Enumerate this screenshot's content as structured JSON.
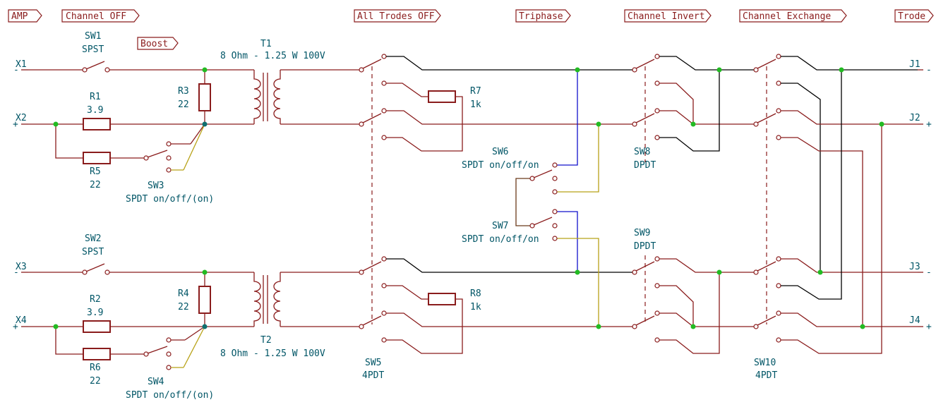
{
  "flags": {
    "amp": "AMP",
    "channel_off": "Channel OFF",
    "boost": "Boost",
    "all_trodes_off": "All Trodes OFF",
    "triphase": "Triphase",
    "channel_invert": "Channel Invert",
    "channel_exchange": "Channel Exchange",
    "trode": "Trode"
  },
  "connectors_in": {
    "x1": "X1",
    "x2": "X2",
    "x3": "X3",
    "x4": "X4",
    "minus": "-",
    "plus": "+"
  },
  "connectors_out": {
    "j1": "J1",
    "j2": "J2",
    "j3": "J3",
    "j4": "J4",
    "minus": "-",
    "plus": "+"
  },
  "components": {
    "sw1": {
      "ref": "SW1",
      "value": "SPST"
    },
    "sw2": {
      "ref": "SW2",
      "value": "SPST"
    },
    "sw3": {
      "ref": "SW3",
      "value": "SPDT on/off/(on)"
    },
    "sw4": {
      "ref": "SW4",
      "value": "SPDT on/off/(on)"
    },
    "sw5": {
      "ref": "SW5",
      "value": "4PDT"
    },
    "sw6": {
      "ref": "SW6",
      "value": "SPDT on/off/on"
    },
    "sw7": {
      "ref": "SW7",
      "value": "SPDT on/off/on"
    },
    "sw8": {
      "ref": "SW8",
      "value": "DPDT"
    },
    "sw9": {
      "ref": "SW9",
      "value": "DPDT"
    },
    "sw10": {
      "ref": "SW10",
      "value": "4PDT"
    },
    "r1": {
      "ref": "R1",
      "value": "3.9"
    },
    "r2": {
      "ref": "R2",
      "value": "3.9"
    },
    "r3": {
      "ref": "R3",
      "value": "22"
    },
    "r4": {
      "ref": "R4",
      "value": "22"
    },
    "r5": {
      "ref": "R5",
      "value": "22"
    },
    "r6": {
      "ref": "R6",
      "value": "22"
    },
    "r7": {
      "ref": "R7",
      "value": "1k"
    },
    "r8": {
      "ref": "R8",
      "value": "1k"
    },
    "t1": {
      "ref": "T1",
      "value": "8 Ohm - 1.25 W 100V"
    },
    "t2": {
      "ref": "T2",
      "value": "8 Ohm - 1.25 W 100V"
    }
  },
  "colors": {
    "wire": "#8a1c1c",
    "wire_black": "#000000",
    "wire_blue": "#1010cc",
    "wire_yellow": "#b8a218",
    "junction": "#22bb22",
    "junction_teal": "#0f6f6f",
    "text": "#005566"
  }
}
